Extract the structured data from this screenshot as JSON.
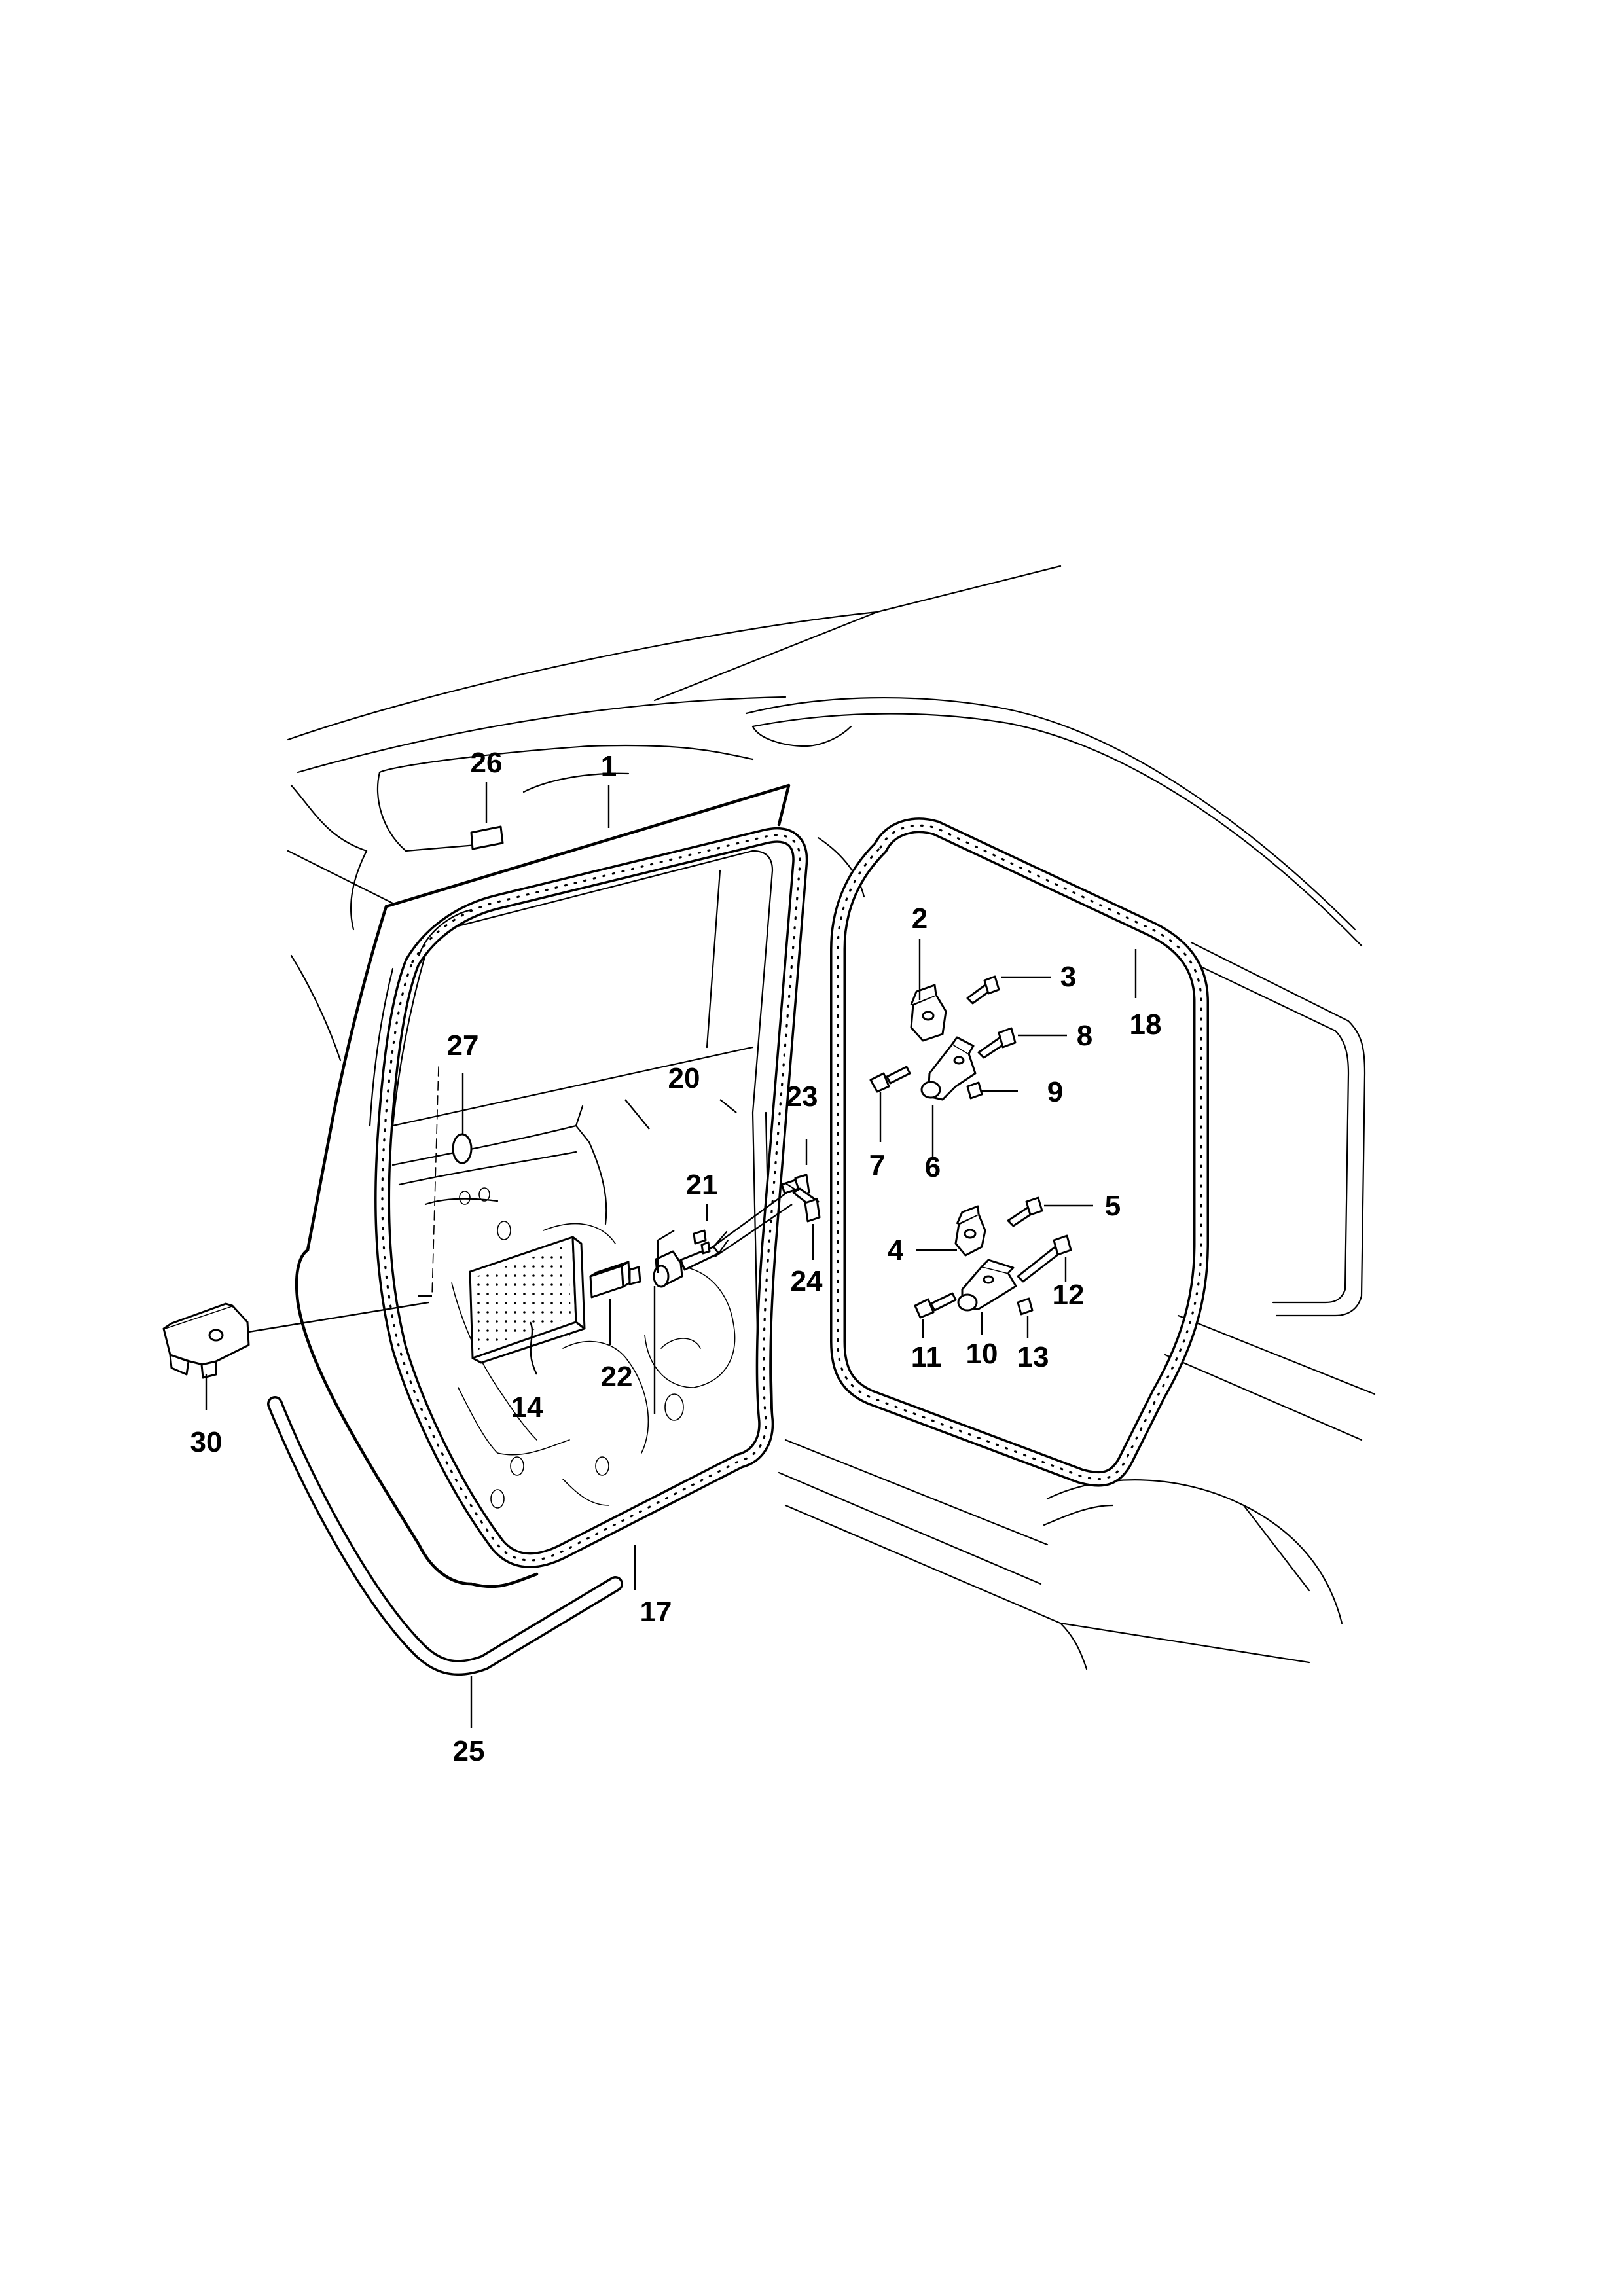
{
  "callouts": {
    "c1": "1",
    "c2": "2",
    "c3": "3",
    "c4": "4",
    "c5": "5",
    "c6": "6",
    "c7": "7",
    "c8": "8",
    "c9": "9",
    "c10": "10",
    "c11": "11",
    "c12": "12",
    "c13": "13",
    "c14": "14",
    "c17": "17",
    "c18": "18",
    "c20": "20",
    "c21": "21",
    "c22": "22",
    "c23": "23",
    "c24": "24",
    "c25": "25",
    "c26": "26",
    "c27": "27",
    "c30": "30"
  },
  "colors": {
    "line": "#000000",
    "background": "#ffffff"
  }
}
